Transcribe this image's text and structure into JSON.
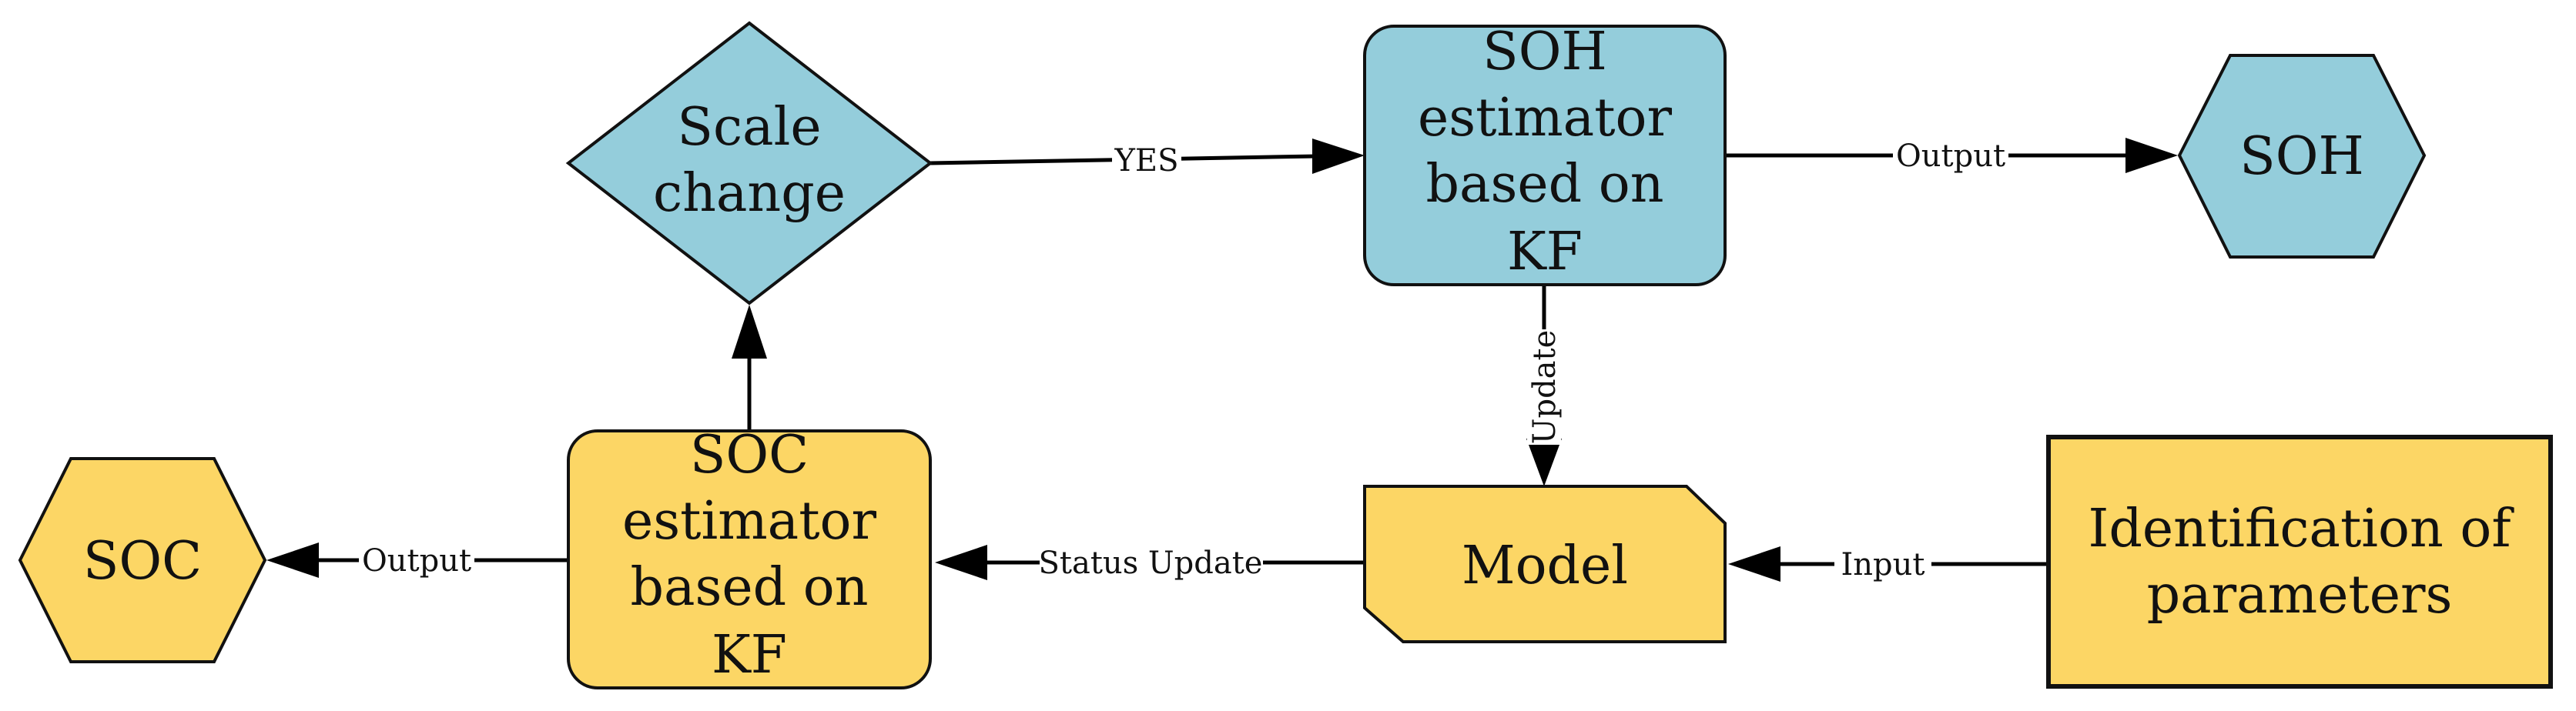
{
  "colors": {
    "blue": "#94CDDB",
    "yellow": "#FCD665"
  },
  "nodes": {
    "scale_change": {
      "lines": [
        "Scale",
        "change"
      ]
    },
    "soh_estimator": {
      "lines": [
        "SOH",
        "estimator",
        "based on",
        "KF"
      ]
    },
    "soh": {
      "lines": [
        "SOH"
      ]
    },
    "soc": {
      "lines": [
        "SOC"
      ]
    },
    "soc_estimator": {
      "lines": [
        "SOC",
        "estimator",
        "based on",
        "KF"
      ]
    },
    "model": {
      "lines": [
        "Model"
      ]
    },
    "identification": {
      "lines": [
        "Identification of",
        "parameters"
      ]
    }
  },
  "edges": {
    "yes": "YES",
    "output_soh": "Output",
    "update": "Update",
    "output_soc": "Output",
    "status_update": "Status Update",
    "input": "Input"
  }
}
